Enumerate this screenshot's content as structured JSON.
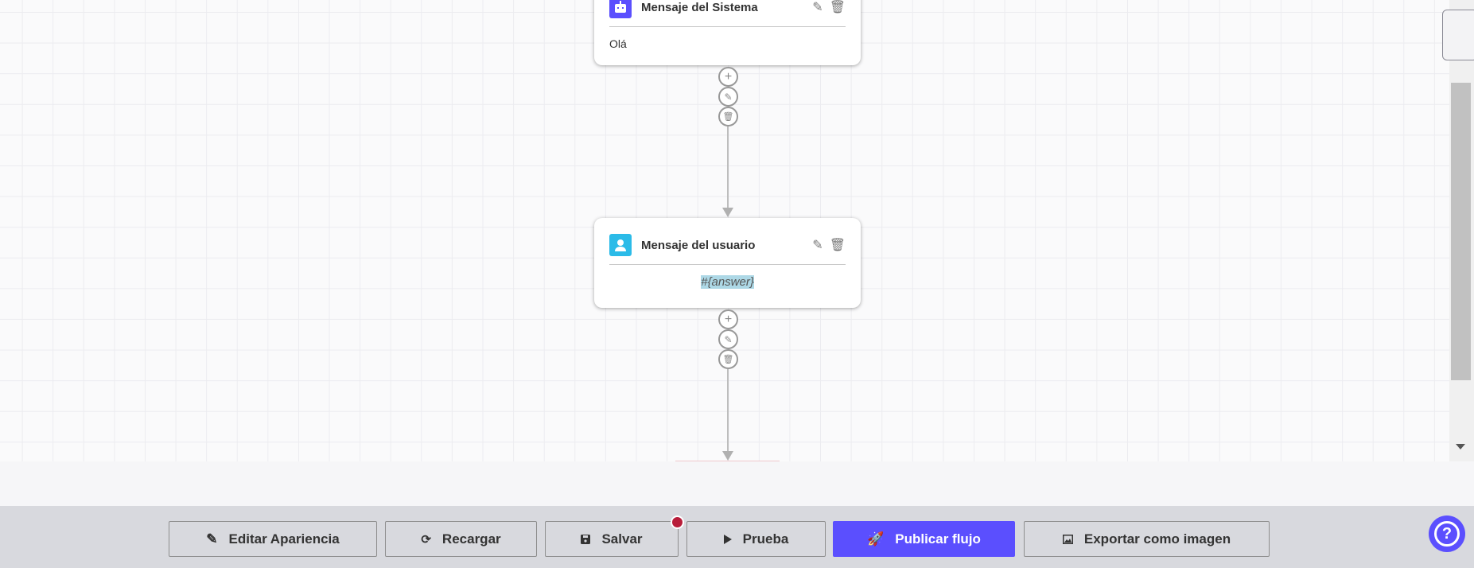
{
  "nodes": [
    {
      "title": "Mensaje del Sistema",
      "icon": "robot-icon",
      "icon_color": "#5b4ffe",
      "text": "Olá"
    },
    {
      "title": "Mensaje del usuario",
      "icon": "user-icon",
      "icon_color": "#2bbbe8",
      "text": "#{answer}",
      "text_highlight": "#add8e6"
    }
  ],
  "toolbar": {
    "edit_appearance": "Editar Apariencia",
    "reload": "Recargar",
    "save": "Salvar",
    "test": "Prueba",
    "publish": "Publicar flujo",
    "export": "Exportar como imagen",
    "help": "?"
  },
  "colors": {
    "accent": "#5b4ffe",
    "unsaved_dot": "#b81d3a"
  }
}
